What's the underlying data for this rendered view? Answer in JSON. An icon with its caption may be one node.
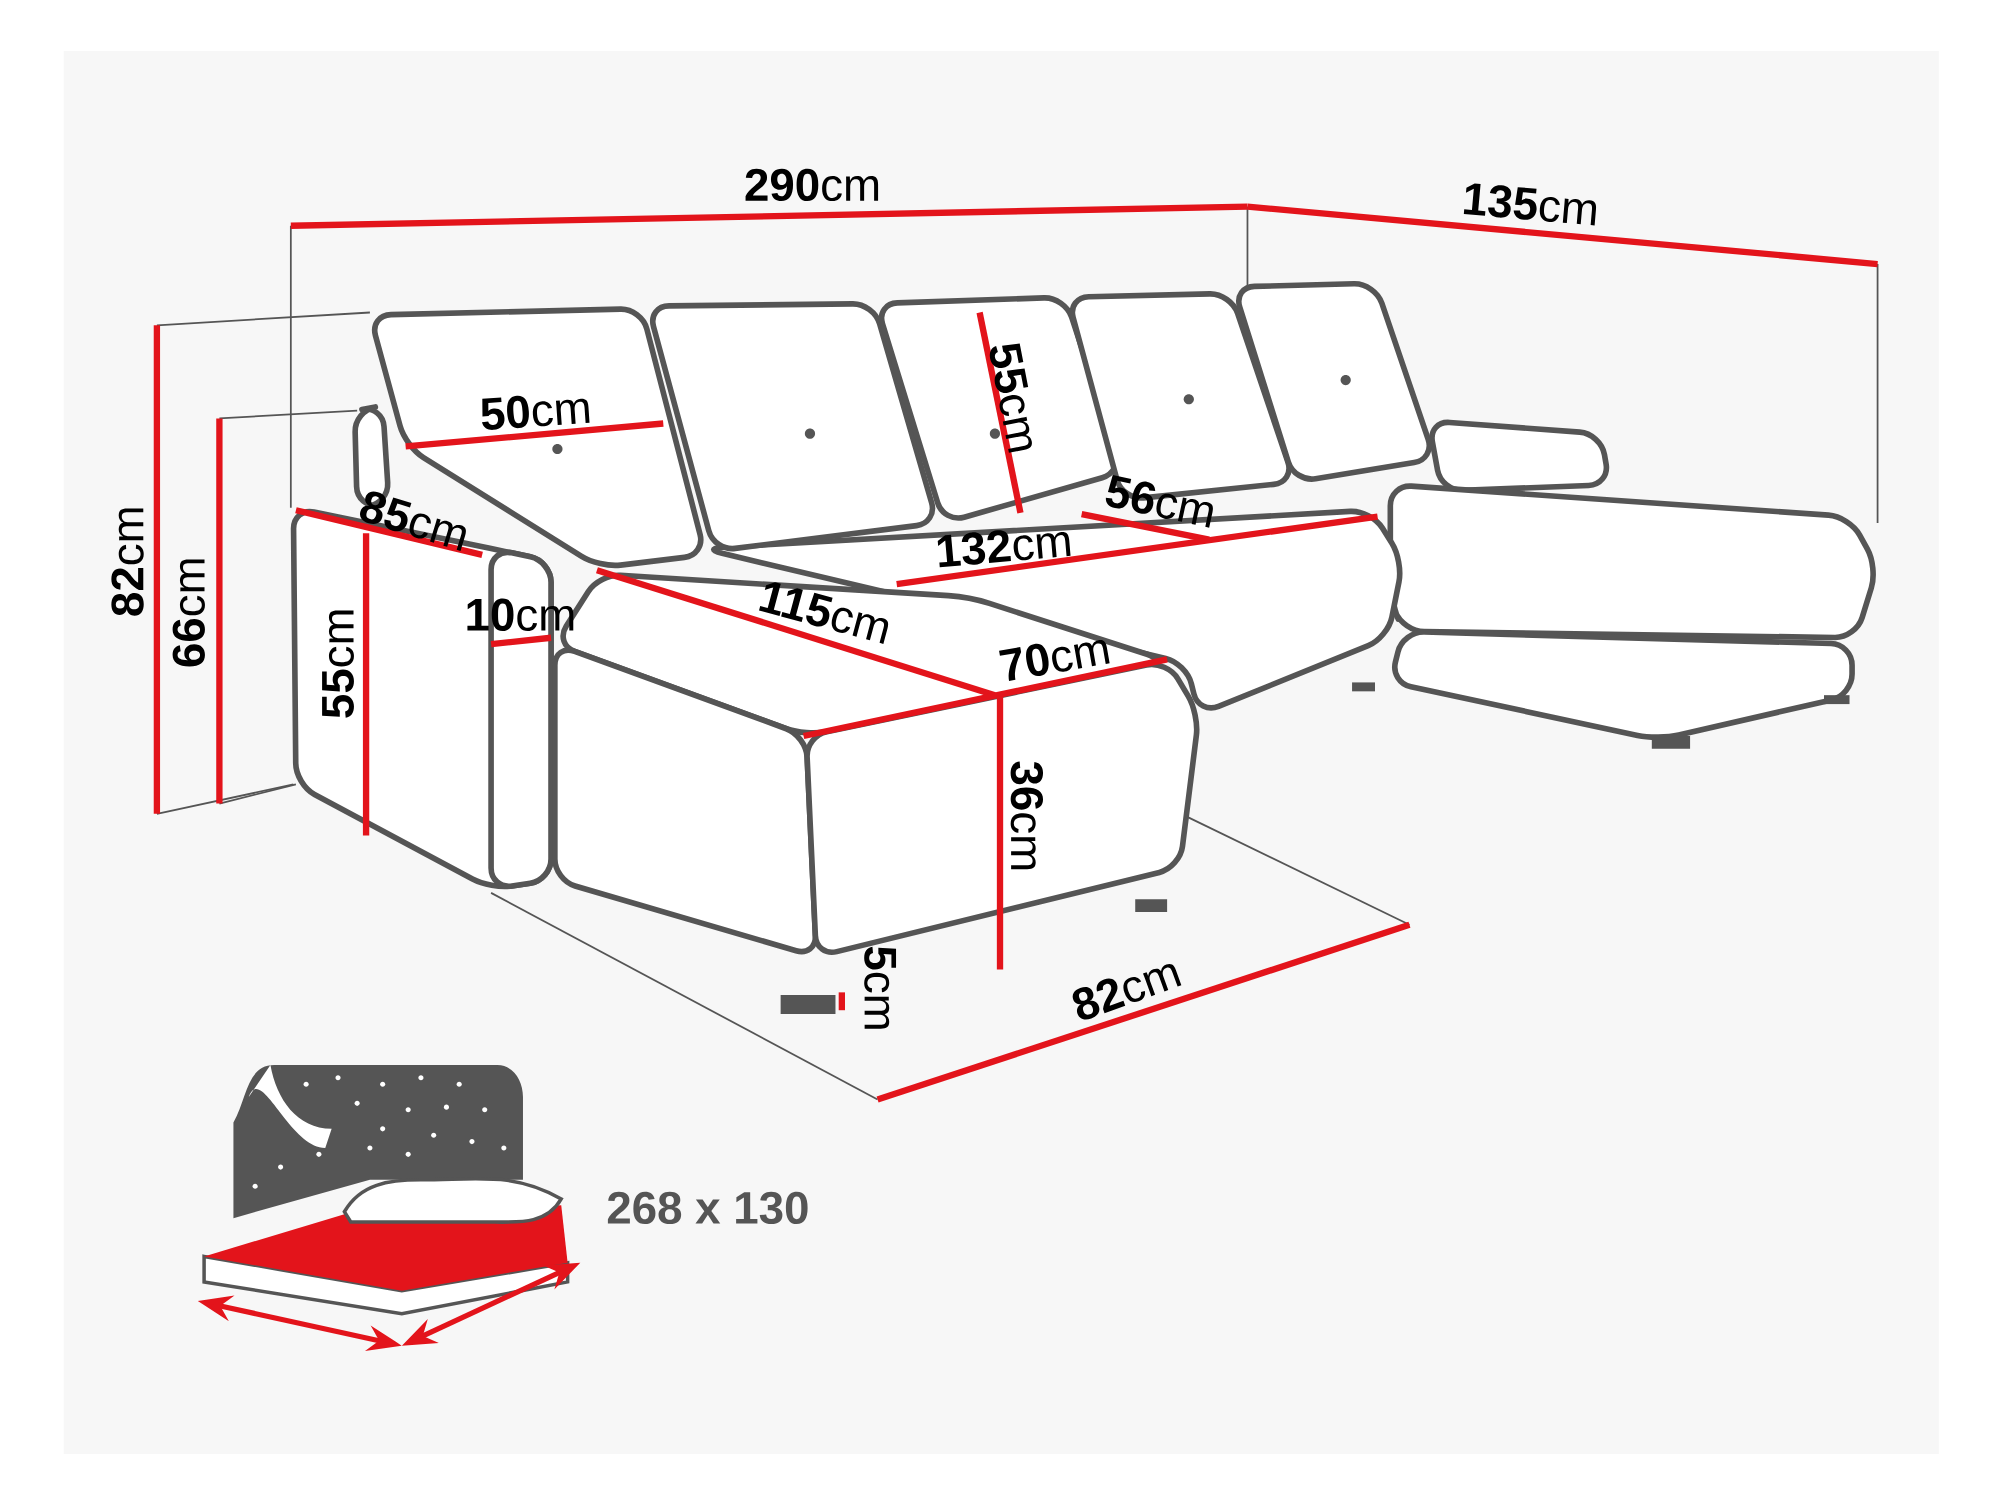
{
  "diagram": {
    "labels": [
      "**290**cm",
      "**135**cm",
      "**82**cm",
      "**66**cm",
      "**50**cm",
      "**55**cm",
      "**85**cm",
      "**56**cm",
      "**132**cm",
      "**10**cm",
      "**115**cm",
      "**70**cm",
      "**55**cm",
      "**36**cm",
      "**5**cm",
      "**82**cm",
      "268 x 130"
    ]
  }
}
